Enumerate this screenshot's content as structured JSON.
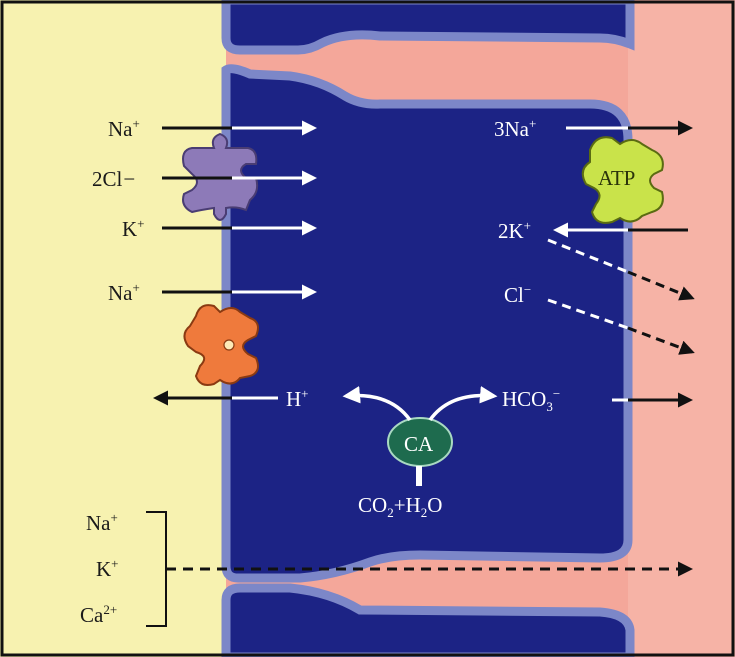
{
  "lumen_ions": {
    "na_top": "Na",
    "cl2": "2Cl",
    "k": "K",
    "na_mid": "Na",
    "h": "H",
    "superscript_plus": "+",
    "superscript_minus": "−"
  },
  "interstitial_ions": {
    "na3": "3Na",
    "k2": "2K",
    "cl": "Cl",
    "hco3_base": "HCO",
    "hco3_sub": "3",
    "hco3_sup": "−"
  },
  "paracellular_ions": {
    "na": "Na",
    "k": "K",
    "ca_base": "Ca",
    "ca_sup": "2+",
    "plus": "+"
  },
  "enzyme": {
    "label": "CA",
    "reaction_a": "CO",
    "reaction_sub1": "2",
    "reaction_b": "+H",
    "reaction_sub2": "2",
    "reaction_c": "O"
  },
  "pump": {
    "label": "ATP"
  },
  "colors": {
    "lumen": "#f7f2b0",
    "interstitium": "#f4a79a",
    "cell": "#1c2385",
    "membrane": "#7c87c8",
    "cotransporter": "#8d7ab8",
    "exchanger": "#ef7a3c",
    "atpase": "#c9e34a",
    "enzyme": "#1e6b4e"
  }
}
